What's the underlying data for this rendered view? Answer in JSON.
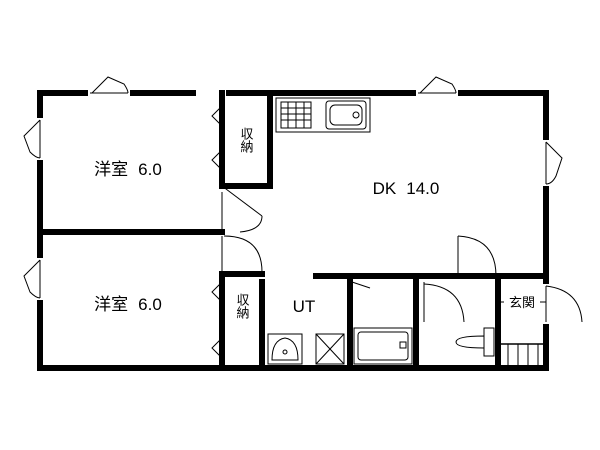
{
  "rooms": {
    "western_room_1": {
      "name": "洋室",
      "size": "6.0"
    },
    "western_room_2": {
      "name": "洋室",
      "size": "6.0"
    },
    "dk": {
      "name": "DK",
      "size": "14.0"
    },
    "utility": {
      "name": "UT"
    },
    "entrance": {
      "name": "玄関"
    }
  },
  "storage": {
    "closet_1": {
      "label": "収納"
    },
    "closet_2": {
      "label": "収納"
    }
  }
}
